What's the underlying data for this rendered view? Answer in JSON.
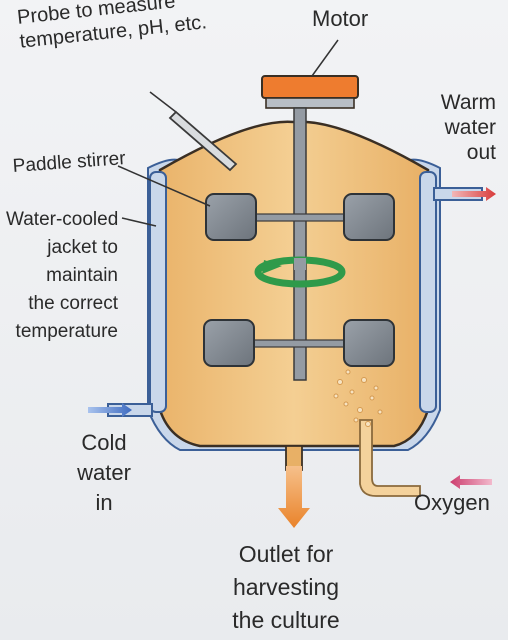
{
  "labels": {
    "probe": [
      "Probe to measure",
      "temperature, pH, etc."
    ],
    "motor": "Motor",
    "warm_water": [
      "Warm",
      "water",
      "out"
    ],
    "paddle_stirrer": "Paddle stirrer",
    "jacket": [
      "Water-cooled",
      "jacket to",
      "maintain",
      "the correct",
      "temperature"
    ],
    "cold_water": [
      "Cold",
      "water",
      "in"
    ],
    "oxygen": "Oxygen",
    "outlet": [
      "Outlet for",
      "harvesting",
      "the culture"
    ]
  },
  "colors": {
    "culture": "#f0c47e",
    "jacket": "#c9d7ea",
    "jacket_outline": "#3b5f97",
    "motor": "#ee7c2f",
    "paddle": "#7f8790",
    "shaft": "#949ba3",
    "rotation_arrow": "#2f9a4a",
    "cold_arrow": "#4a74c2",
    "warm_arrow": "#d84a4a",
    "oxygen_arrow": "#d04d7a",
    "outlet_arrow": "#ea8a2c"
  }
}
